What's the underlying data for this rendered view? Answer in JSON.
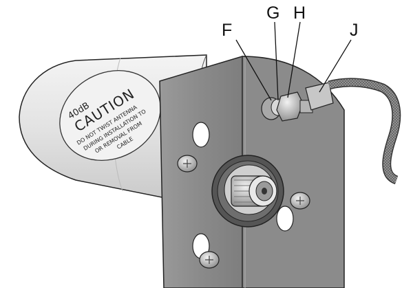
{
  "callouts": {
    "f": "F",
    "g": "G",
    "h": "H",
    "j": "J"
  },
  "caution_label": {
    "rating": "40dB",
    "heading": "CAUTION",
    "line1": "DO NOT TWIST ANTENNA",
    "line2": "DURING INSTALLATION TO",
    "line3": "OR REMOVAL FROM",
    "line4": "CABLE"
  },
  "colors": {
    "bracket": "#8e8e8e",
    "antenna_body": "#e6e6e6",
    "outline": "#222222"
  }
}
